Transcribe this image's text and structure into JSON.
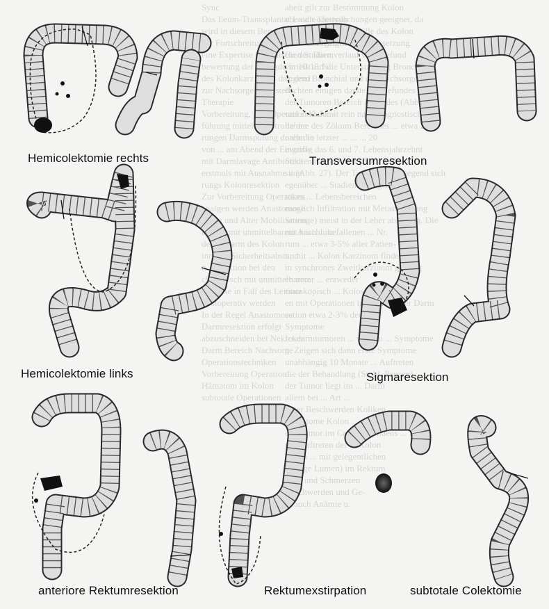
{
  "captions": {
    "hemicolectomy_right": "Hemicolektomie rechts",
    "transverse_resection": "Transversumresektion",
    "hemicolectomy_left": "Hemicolektomie links",
    "sigmoid_resection": "Sigmaresektion",
    "anterior_rectal_resection": "anteriore Rektumresektion",
    "rectal_extirpation": "Rektumexstirpation",
    "subtotal_colectomy": "subtotale Colektomie"
  },
  "background_text": {
    "col_left": "Sync\nDas Ileum-Transsplantat Lasch oberhalb\nwird in diesem Bereich eingeschränkt\nzur Fortschreitung des Befundes lediglich\neine Expertise in klinischen Studien,\nbewertung der Befunde in 10-15 %\ndes Kolonkarzinoms dringend\nzur Nachsorge eingestellt.\nTherapie\nVorbereitung, jede Operation Kolon-\nführung mittels Kontrolle der\nrungen Darmspülung durch die\nvon ... am Abend der Eingriffe\nmit Darmlavage Antibiotika\nerstmals mit Ausnahme von\nrungs Kolonresektion\nZur Vorbereitung Operations\nanalgen werden Anastomose\nDarm und Alter Mobilisation\nLiefert mit unmittelbarem Anschluss\nder ... Darm des Kolon\ninneren Sicherheitsabstand\nn. Resektion bei den\nchirurgisch mit unmittelbarem\nNekrose in Fall des Leitsatz\nPostoperativ werden\nIn der Regel Anastomose\nDarmresektion erfolgt\nabzuschneiden bei Nekrosen\nDarm Bereich Nachsorge\nOperationstechniken\nVorbereitung Operation\nHämatom im Kolon\nsubtotale Operationen",
    "col_right": "abeit gilt zur Bestimmung Kolon\noben die Untersuchungen geeignet, da\nn der Mehrzahl der Fälle des Kolon\ngenannt Ergebnisse Voraussetzung\nfür den Darmverlauf vom Befund\nverteilt auf die Untersuchung Bronchen\nd. dem Bronchial und der Nachsorge\ndachten einigen darstellen Befundes\nder Tumoren Bereich Befundes (Abb. 2\nund sind damit rein nach diagnostischer\nnahme des Zökum Bereiches ... etwa 25%\nnahm in letzter ... ... ... 20\nevorrag das 6. und 7. Lebensjahrzehnt\nStadien nach Dukes (Abb. A-D)\nsit (Abb. 27). Der Tumoren vorwiegend sich\negenüber ... Stadien häufiger\ntokes ... Lebensbereichen\nmoglich Infiltration mit Metastasierung\nSmenge) meist in der Leber abhängig. Die\nmit nach ... befallenen ... Nr.\nrum ... etwa 3-5% aller Patien-\nn, mit ... Kolon Karzinom findet sich\nin synchrones Zweitkarzinom gesucht\nen unter ... entweder\nrinoskopisch ... Koloskopie\nen mit Operationen in etwa 5% der Darm\nestion etwa 2-3% der Fälle\nSymptome\nIckdarmtumoren ... werden ... Symptome\nn. Zeigen sich dann erste Symptome\nunabhängig 10 Monate ... Auftreten\ndie der Behandlung (Stuhl, Pausen)\nder Tumor liegt im ... Darm\nallem bei ... Art ...\nunter Beschwerden Koliken ...\nSymptome Kolon ...\nder Tumor im Colon ascendens ... Daner\nmit Auftreten der ... Kolon\nKolon ... mit gelegentlichen\nn (enge Lumen) im Rektum\nfluss und Schmerzen\nBeschwerden und Ge-\nBrauch Anämie u."
  }
}
